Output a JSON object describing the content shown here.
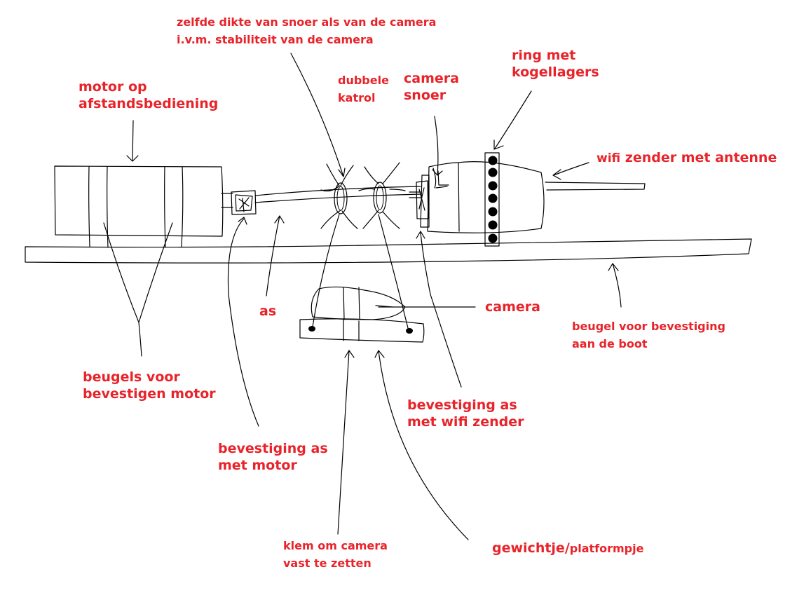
{
  "labels": {
    "motor": [
      "motor op",
      "afstandsbediening"
    ],
    "snoer_dikte": [
      "zelfde dikte van snoer als van de camera",
      "i.v.m. stabiliteit van de camera"
    ],
    "katrol": [
      "dubbele",
      "katrol"
    ],
    "camera_snoer": [
      "camera",
      "snoer"
    ],
    "ring": [
      "ring met",
      "kogellagers"
    ],
    "wifi_prefix": "wifi",
    "wifi": "zender met antenne",
    "as": "as",
    "camera": "camera",
    "beugel_boot": [
      "beugel voor bevestiging",
      "aan de boot"
    ],
    "beugels_motor": [
      "beugels voor",
      "bevestigen motor"
    ],
    "bev_wifi": [
      "bevestiging as",
      "met wifi zender"
    ],
    "bev_motor": [
      "bevestiging as",
      "met motor"
    ],
    "klem": [
      "klem om camera",
      "vast te zetten"
    ],
    "gewicht_main": "gewichtje/",
    "gewicht_small": "platformpje"
  },
  "colors": {
    "label": "#e8232a",
    "ink": "#000000"
  }
}
